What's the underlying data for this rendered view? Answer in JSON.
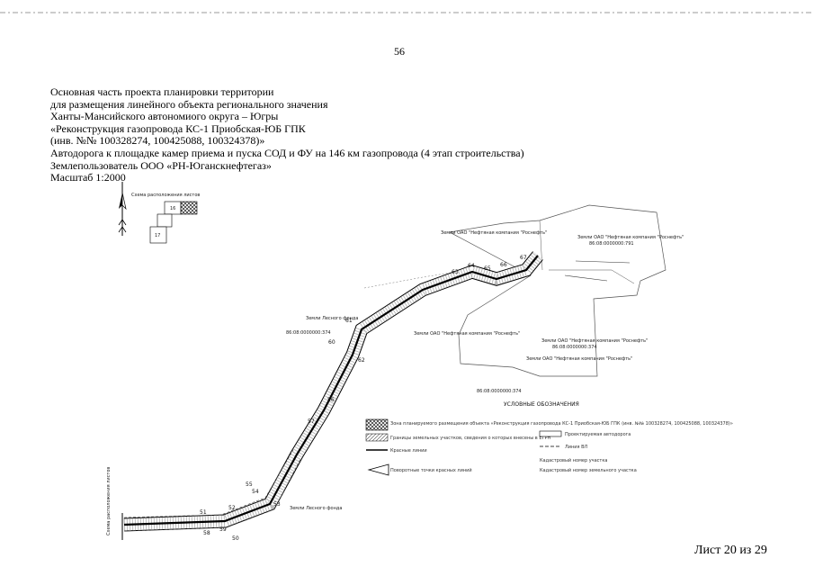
{
  "page_number": "56",
  "header": {
    "lines": [
      "Основная часть проекта планировки территории",
      "для размещения линейного объекта регионального значения",
      "Ханты-Мансийского автономиого округа – Югры",
      "«Реконструкция газопровода КС-1 Приобская-ЮБ ГПК",
      "(инв. №№ 100328274, 100425088, 100324378)»",
      "Автодорога к площадке камер приема и пуска СОД и ФУ на 146 км газопровода (4 этап строительства)",
      "Землепользователь ООО «РН-Юганскнефтегаз»",
      "Масштаб 1:2000"
    ]
  },
  "map": {
    "scheme_label": "Схема расположения листов",
    "scheme_sheets": [
      "16",
      "17"
    ],
    "point_numbers": [
      "50",
      "51",
      "52",
      "53",
      "54",
      "55",
      "56",
      "57",
      "58",
      "59",
      "60",
      "61",
      "62",
      "63",
      "64",
      "65",
      "66",
      "67"
    ],
    "parcel_labels": [
      "Земли ОАО \"Нефтяная компания \"Роснефть\"",
      "86:08:0000000:791",
      "Земли Лесного фонда",
      "86:08:0000000:374"
    ],
    "legend": {
      "title": "УСЛОВНЫЕ ОБОЗНАЧЕНИЯ",
      "items": [
        "Зона планируемого размещения объекта «Реконструкция газопровода КС-1 Приобская-ЮБ ГПК (инв. №№ 100328274, 100425088, 100324378)»",
        "Границы земельных участков, сведения о которых внесены в ЕГРН",
        "Красные линии",
        "Проектируемая автодорога",
        "Линия ВЛ",
        "Кадастровый номер участка",
        "Кадастровый номер земельного участка",
        "Поворотные точки красных линий"
      ]
    }
  },
  "sheet_label": "Лист 20 из 29"
}
